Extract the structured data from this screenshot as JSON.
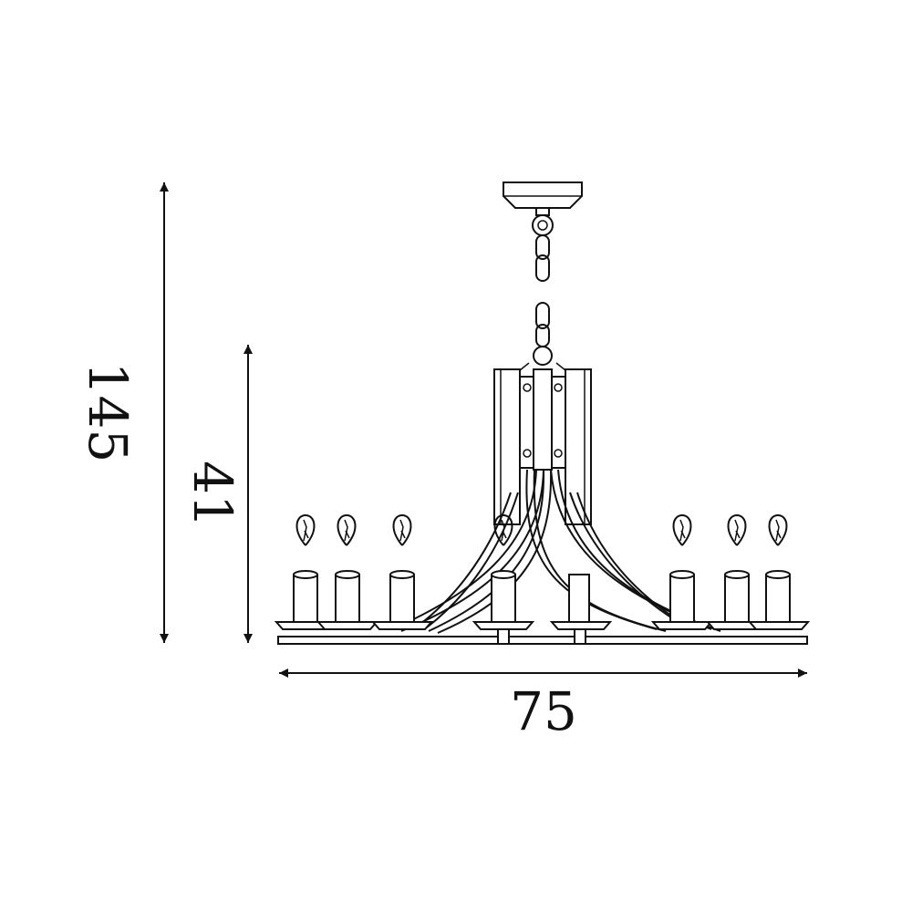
{
  "dimensions": {
    "total_height": "145",
    "body_height": "41",
    "width": "75"
  },
  "colors": {
    "line": "#111111",
    "background": "#ffffff"
  }
}
